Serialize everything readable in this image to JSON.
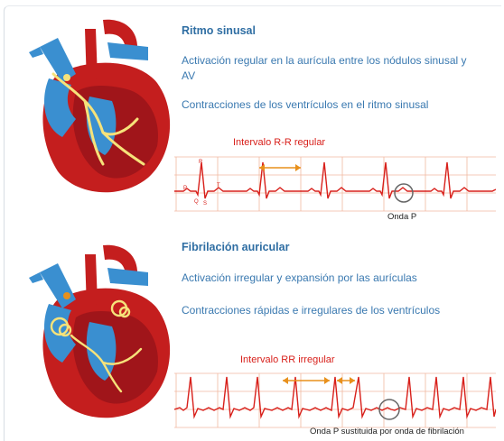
{
  "sections": {
    "sinus": {
      "title": "Ritmo sinusal",
      "line1": "Activación regular en la aurícula entre los nódulos sinusal y AV",
      "line2": "Contracciones de los ventrículos en el ritmo sinusal",
      "interval_label": "Intervalo R-R regular",
      "wave_label": "Onda P",
      "ecg_marks": [
        "R",
        "P",
        "T",
        "Q",
        "S"
      ]
    },
    "afib": {
      "title": "Fibrilación auricular",
      "line1": "Activación irregular y expansión por las aurículas",
      "line2": "Contracciones rápidas e irregulares de los ventrículos",
      "interval_label": "Intervalo RR irregular",
      "wave_label": "Onda P sustituida por onda de fibrilación"
    }
  },
  "colors": {
    "title": "#2f6ea3",
    "text": "#3a79b0",
    "ecg_trace": "#d8201b",
    "grid": "#f0b9a0",
    "arrow": "#e8901c",
    "heart_red": "#c41e1e",
    "heart_blue": "#3a8fd0",
    "conduction": "#f6e27a"
  }
}
